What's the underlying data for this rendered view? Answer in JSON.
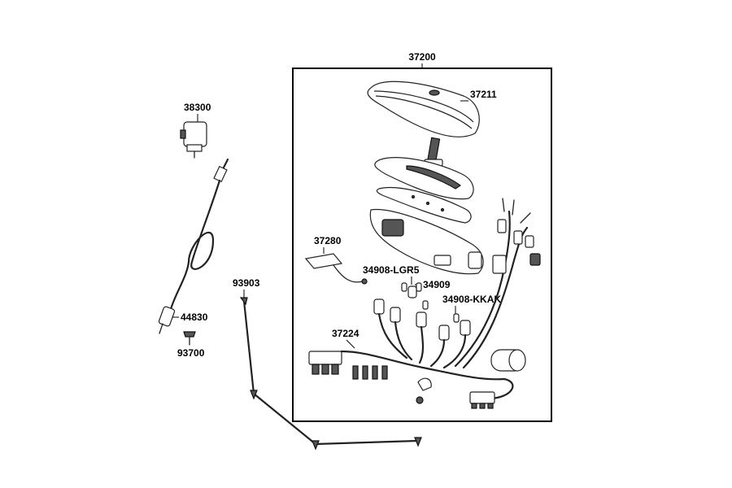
{
  "assembly": {
    "label": "37200"
  },
  "callouts": {
    "ignition": "38300",
    "cable_end": "44830",
    "screw": "93700",
    "cable_tie": "93903",
    "lens_cover": "37211",
    "panel_light": "37280",
    "bulb_lgr5": "34908-LGR5",
    "bulb_socket": "34909",
    "bulb_kkak": "34908-KKAK",
    "harness": "37224"
  }
}
